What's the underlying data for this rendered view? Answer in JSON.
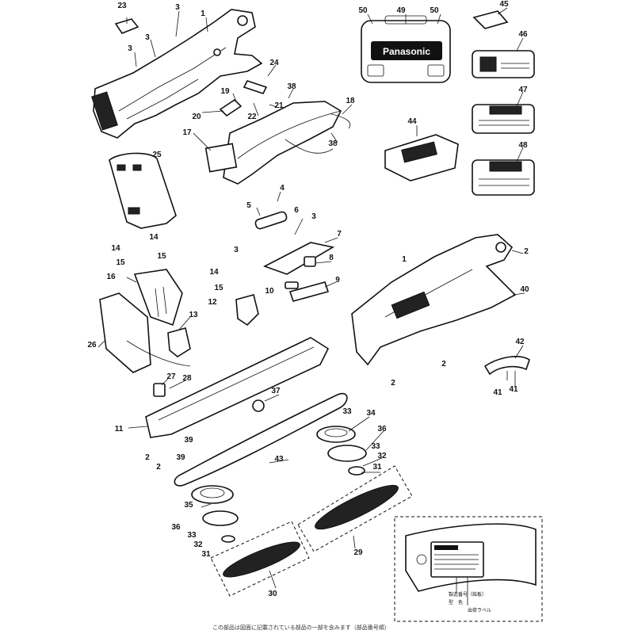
{
  "diagram": {
    "brand_text": "Panasonic",
    "footer_note": "この部品は図面に記載されている部品の一部を含みます（部品番号順）",
    "inset_labels": [
      "製造番号（銘板）",
      "型",
      "色",
      "出荷ラベル"
    ],
    "part_labels": [
      {
        "id": "23",
        "t": "23"
      },
      {
        "id": "3a",
        "t": "3"
      },
      {
        "id": "1a",
        "t": "1"
      },
      {
        "id": "3b",
        "t": "3"
      },
      {
        "id": "3c",
        "t": "3"
      },
      {
        "id": "24",
        "t": "24"
      },
      {
        "id": "19",
        "t": "19"
      },
      {
        "id": "21",
        "t": "21"
      },
      {
        "id": "38a",
        "t": "38"
      },
      {
        "id": "18",
        "t": "18"
      },
      {
        "id": "20",
        "t": "20"
      },
      {
        "id": "22",
        "t": "22"
      },
      {
        "id": "17",
        "t": "17"
      },
      {
        "id": "38b",
        "t": "38"
      },
      {
        "id": "25",
        "t": "25"
      },
      {
        "id": "50a",
        "t": "50"
      },
      {
        "id": "49",
        "t": "49"
      },
      {
        "id": "50b",
        "t": "50"
      },
      {
        "id": "45",
        "t": "45"
      },
      {
        "id": "46",
        "t": "46"
      },
      {
        "id": "47",
        "t": "47"
      },
      {
        "id": "44",
        "t": "44"
      },
      {
        "id": "48",
        "t": "48"
      },
      {
        "id": "4",
        "t": "4"
      },
      {
        "id": "5",
        "t": "5"
      },
      {
        "id": "6",
        "t": "6"
      },
      {
        "id": "3d",
        "t": "3"
      },
      {
        "id": "3e",
        "t": "3"
      },
      {
        "id": "7",
        "t": "7"
      },
      {
        "id": "8",
        "t": "8"
      },
      {
        "id": "9",
        "t": "9"
      },
      {
        "id": "10",
        "t": "10"
      },
      {
        "id": "14a",
        "t": "14"
      },
      {
        "id": "14b",
        "t": "14"
      },
      {
        "id": "15a",
        "t": "15"
      },
      {
        "id": "15b",
        "t": "15"
      },
      {
        "id": "16",
        "t": "16"
      },
      {
        "id": "14c",
        "t": "14"
      },
      {
        "id": "15c",
        "t": "15"
      },
      {
        "id": "12",
        "t": "12"
      },
      {
        "id": "13",
        "t": "13"
      },
      {
        "id": "26",
        "t": "26"
      },
      {
        "id": "27",
        "t": "27"
      },
      {
        "id": "28",
        "t": "28"
      },
      {
        "id": "11",
        "t": "11"
      },
      {
        "id": "37",
        "t": "37"
      },
      {
        "id": "1b",
        "t": "1"
      },
      {
        "id": "2a",
        "t": "2"
      },
      {
        "id": "40",
        "t": "40"
      },
      {
        "id": "42",
        "t": "42"
      },
      {
        "id": "41a",
        "t": "41"
      },
      {
        "id": "41b",
        "t": "41"
      },
      {
        "id": "33a",
        "t": "33"
      },
      {
        "id": "34",
        "t": "34"
      },
      {
        "id": "36a",
        "t": "36"
      },
      {
        "id": "33b",
        "t": "33"
      },
      {
        "id": "32a",
        "t": "32"
      },
      {
        "id": "31a",
        "t": "31"
      },
      {
        "id": "43",
        "t": "43"
      },
      {
        "id": "39a",
        "t": "39"
      },
      {
        "id": "39b",
        "t": "39"
      },
      {
        "id": "35",
        "t": "35"
      },
      {
        "id": "36b",
        "t": "36"
      },
      {
        "id": "33c",
        "t": "33"
      },
      {
        "id": "32b",
        "t": "32"
      },
      {
        "id": "31b",
        "t": "31"
      },
      {
        "id": "29",
        "t": "29"
      },
      {
        "id": "30",
        "t": "30"
      },
      {
        "id": "2b",
        "t": "2"
      },
      {
        "id": "2c",
        "t": "2"
      },
      {
        "id": "2d",
        "t": "2"
      },
      {
        "id": "2e",
        "t": "2"
      }
    ]
  }
}
